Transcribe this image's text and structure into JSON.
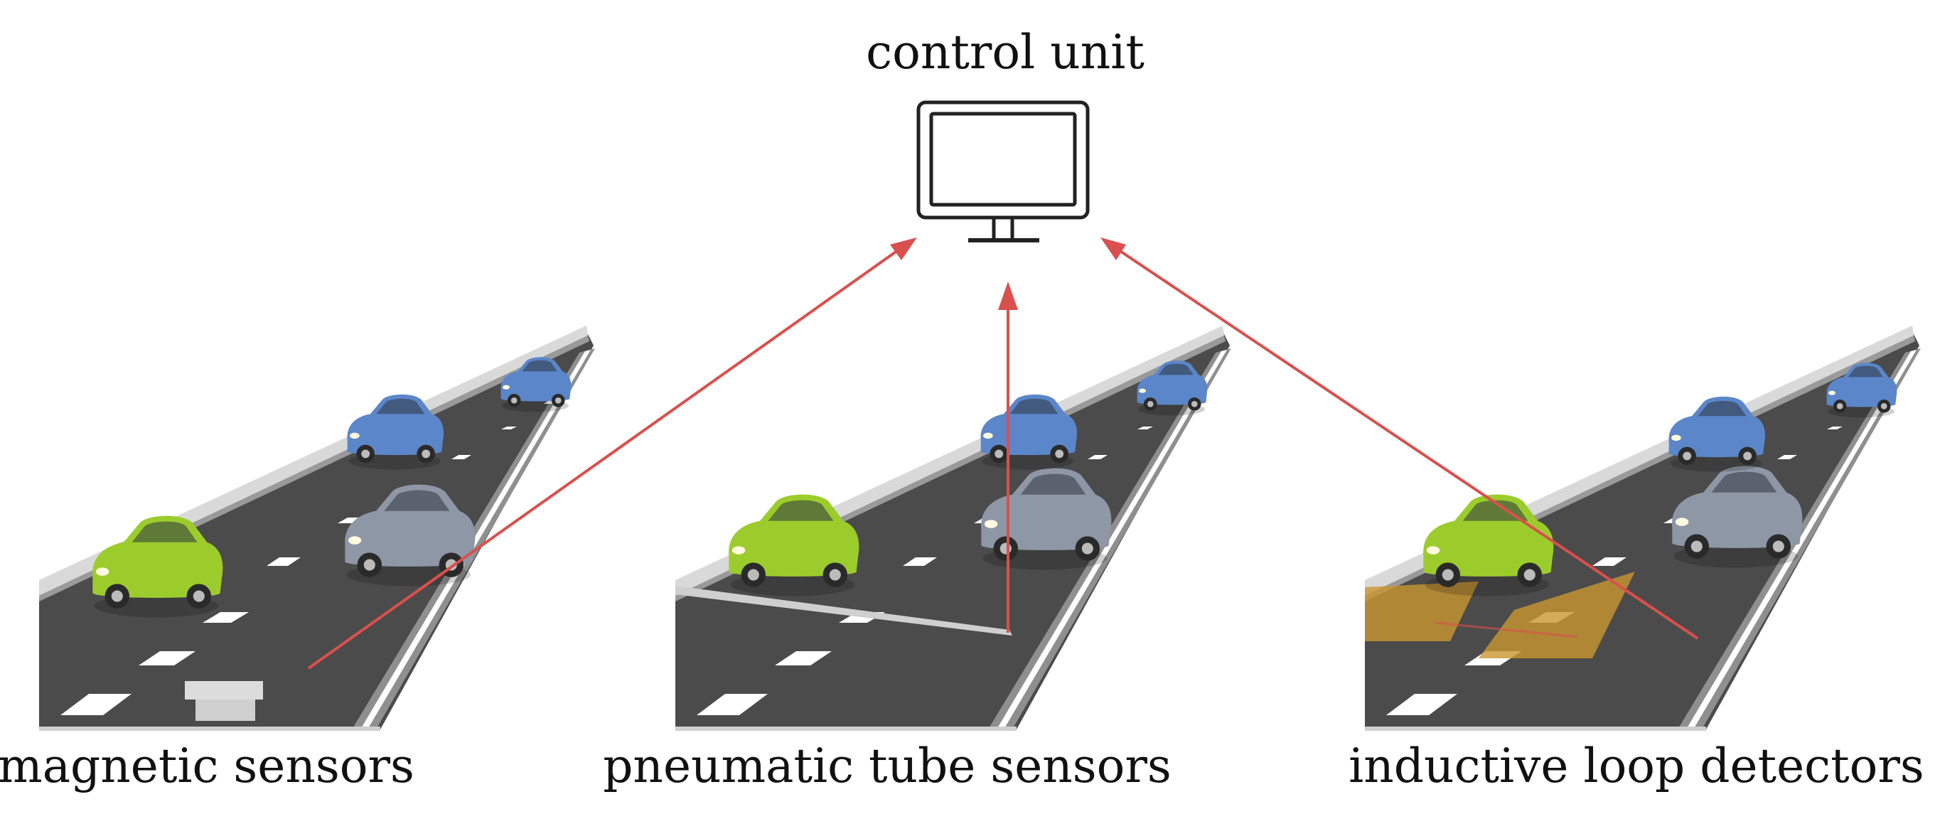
{
  "title": "control unit",
  "colors": {
    "arrow": "#d9504e",
    "road": "#4a4a4a",
    "road_shoulder": "#9a9a9a",
    "lane_marking": "#ffffff",
    "car_green": "#9ccc2c",
    "car_blue": "#5b86c9",
    "car_grey": "#8e97a6",
    "loop_zone": "#c9962f",
    "monitor_stroke": "#222222"
  },
  "icons": {
    "control_unit": "monitor-icon"
  },
  "panels": [
    {
      "id": "magnetic",
      "label": "magnetic sensors",
      "sensor": "magnetic-sensor-pad"
    },
    {
      "id": "pneumatic",
      "label": "pneumatic tube sensors",
      "sensor": "pneumatic-tube"
    },
    {
      "id": "inductive",
      "label": "inductive loop detectors",
      "sensor": "inductive-loop"
    }
  ]
}
